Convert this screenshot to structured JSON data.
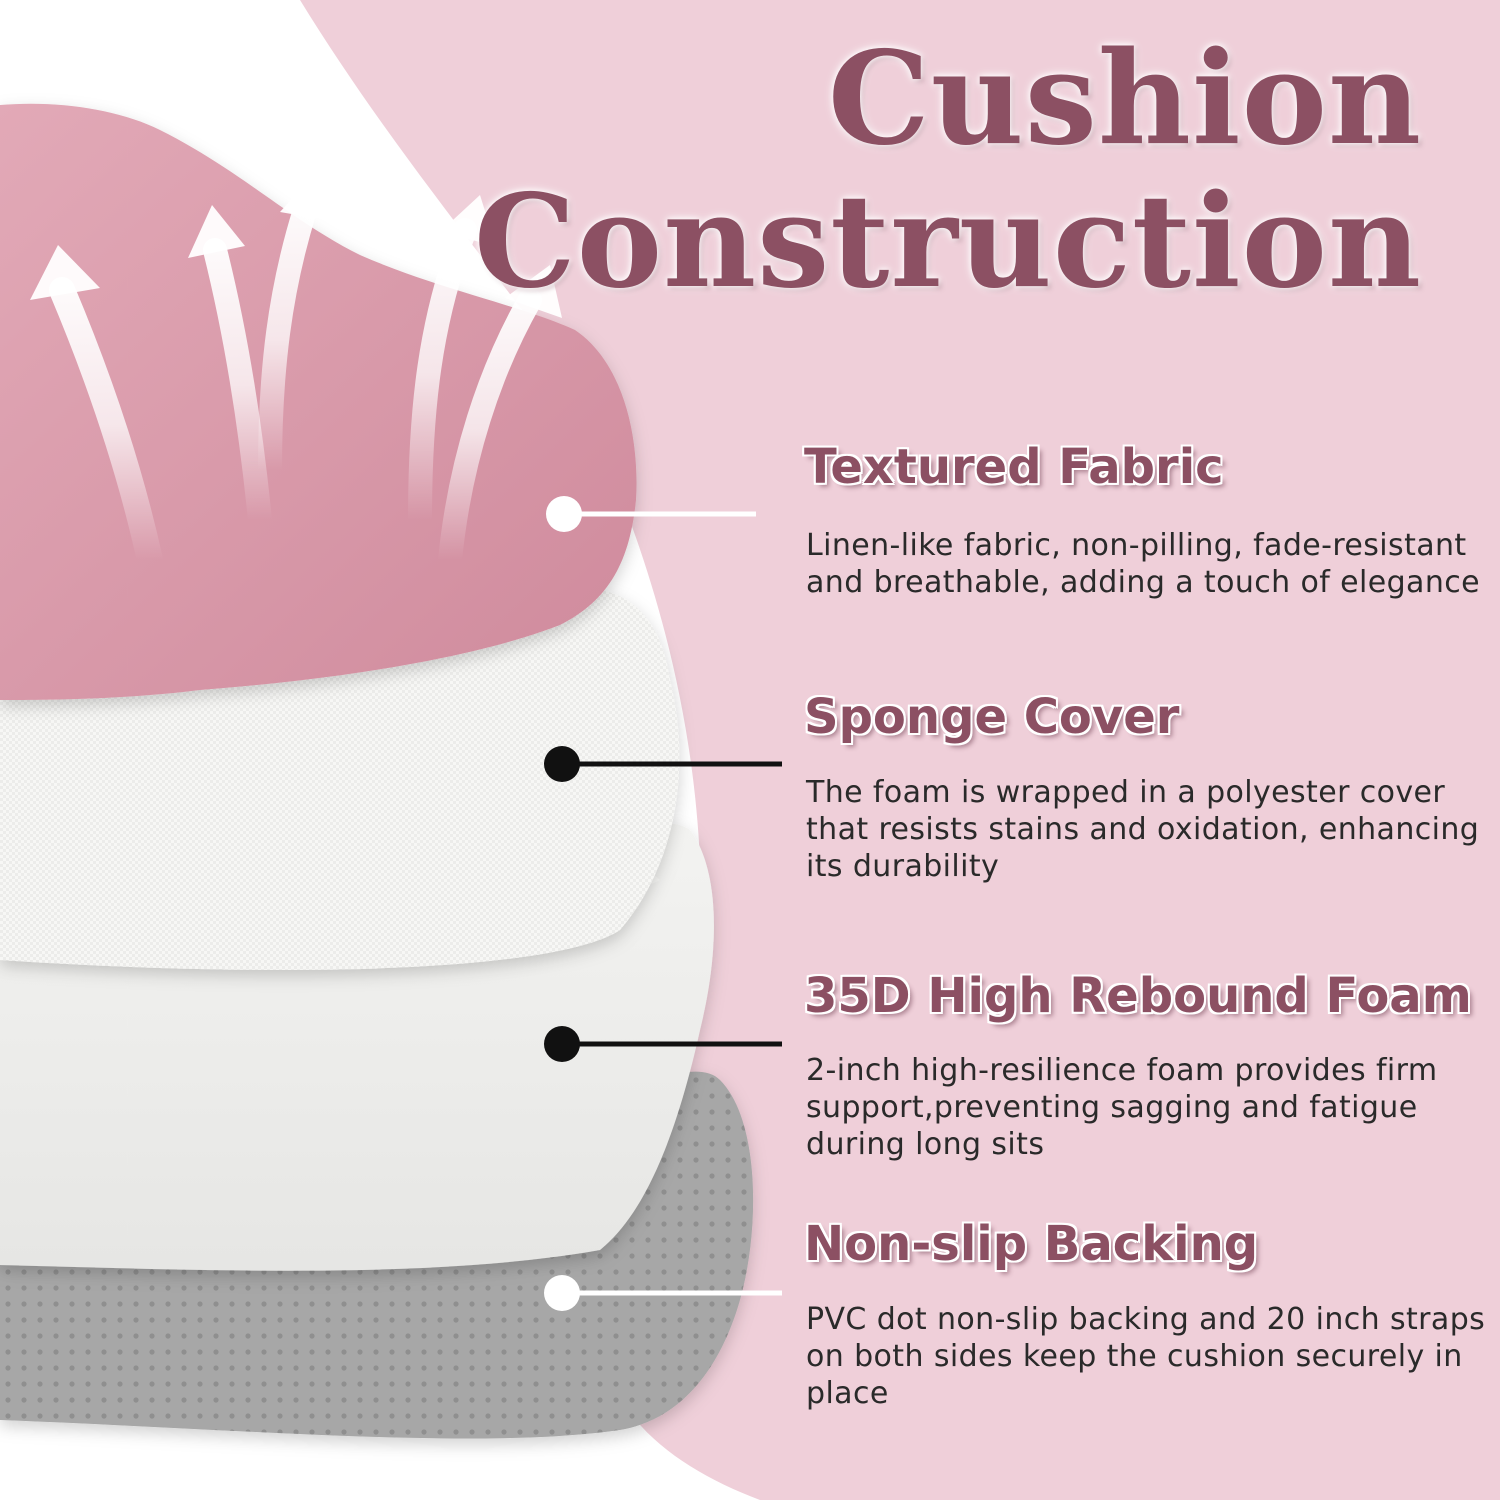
{
  "title": {
    "line1": "Cushion",
    "line2": "Construction"
  },
  "colors": {
    "background": "#efcfd9",
    "accent": "#8c5063",
    "fabric_layer": "#d996a6",
    "cover_layer": "#f6f6f4",
    "foam_layer": "#eeeeec",
    "backing_layer": "#a9a9a9"
  },
  "features": [
    {
      "heading": "Textured Fabric",
      "description": "Linen-like fabric, non-pilling, fade-resistant and breathable, adding a touch of elegance",
      "marker_color": "#ffffff"
    },
    {
      "heading": "Sponge Cover",
      "description": "The foam is wrapped in a polyester cover that resists stains and oxidation, enhancing its durability",
      "marker_color": "#111111"
    },
    {
      "heading": "35D High Rebound Foam",
      "description": "2-inch high-resilience foam provides firm support,preventing sagging and fatigue during long sits",
      "marker_color": "#111111"
    },
    {
      "heading": "Non-slip Backing",
      "description": "PVC dot non-slip backing and 20 inch straps on both sides keep the cushion securely in place",
      "marker_color": "#ffffff"
    }
  ]
}
